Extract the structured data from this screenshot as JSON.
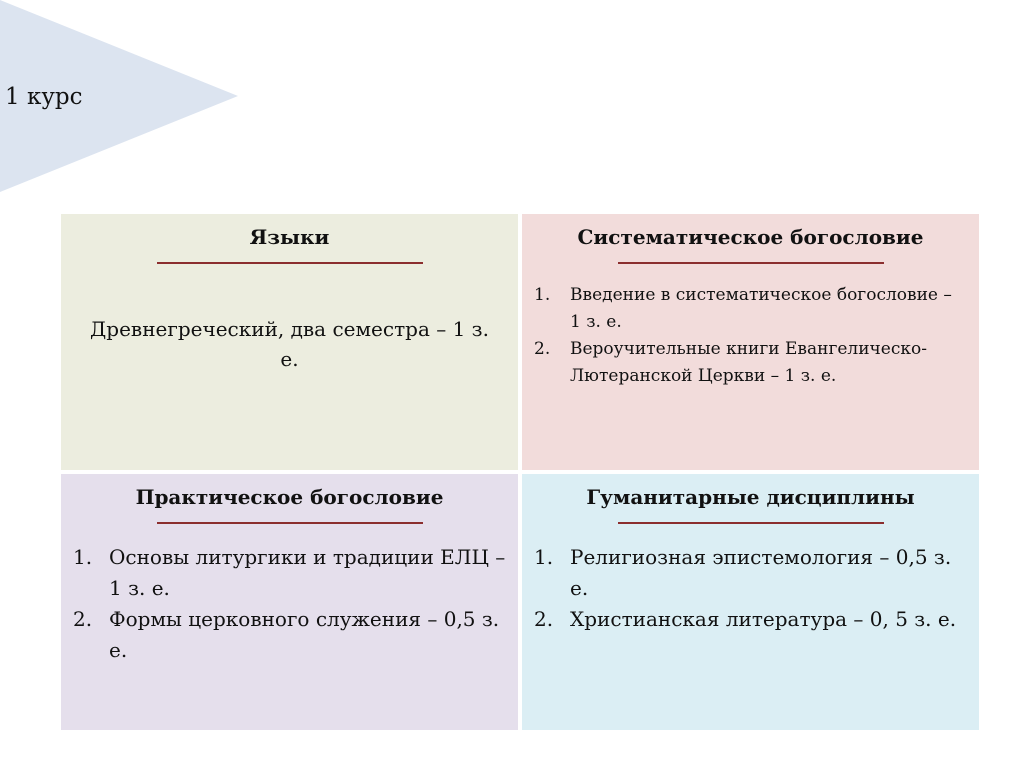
{
  "header": {
    "course_label": "1 курс"
  },
  "cells": [
    {
      "title": "Языки",
      "text": "Древнегреческий, два семестра – 1 з. е."
    },
    {
      "title": "Систематическое богословие",
      "items": [
        {
          "num": "1.",
          "text": "Введение в систематическое богословие – 1 з. е."
        },
        {
          "num": "2.",
          "text": "Вероучительные книги Евангелическо-Лютеранской Церкви – 1 з. е."
        }
      ]
    },
    {
      "title": "Практическое богословие",
      "items": [
        {
          "num": "1.",
          "text": "Основы литургики и традиции ЕЛЦ – 1 з. е."
        },
        {
          "num": "2.",
          "text": "Формы церковного служения – 0,5 з. е."
        }
      ]
    },
    {
      "title": "Гуманитарные дисциплины",
      "items": [
        {
          "num": "1.",
          "text": "Религиозная эпистемология – 0,5 з. е."
        },
        {
          "num": "2.",
          "text": "Христианская литература – 0, 5 з. е."
        }
      ]
    }
  ],
  "colors": {
    "triangle": "#dce4f0",
    "rule": "#8b2e2e"
  }
}
